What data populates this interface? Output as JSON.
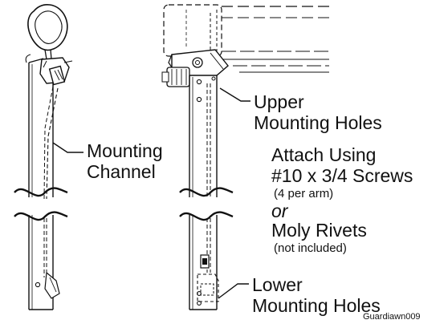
{
  "labels": {
    "mounting_channel": [
      "Mounting",
      "Channel"
    ],
    "upper_holes": [
      "Upper",
      "Mounting Holes"
    ],
    "attach": {
      "line1": "Attach Using",
      "line2": "#10 x 3/4 Screws",
      "line3": "(4 per arm)",
      "line4": "or",
      "line5": "Moly Rivets",
      "line6": "(not included)"
    },
    "lower_holes": [
      "Lower",
      "Mounting Holes"
    ],
    "figure_code": "Guardiawn009"
  },
  "colors": {
    "line": "#111111",
    "background": "#ffffff"
  }
}
